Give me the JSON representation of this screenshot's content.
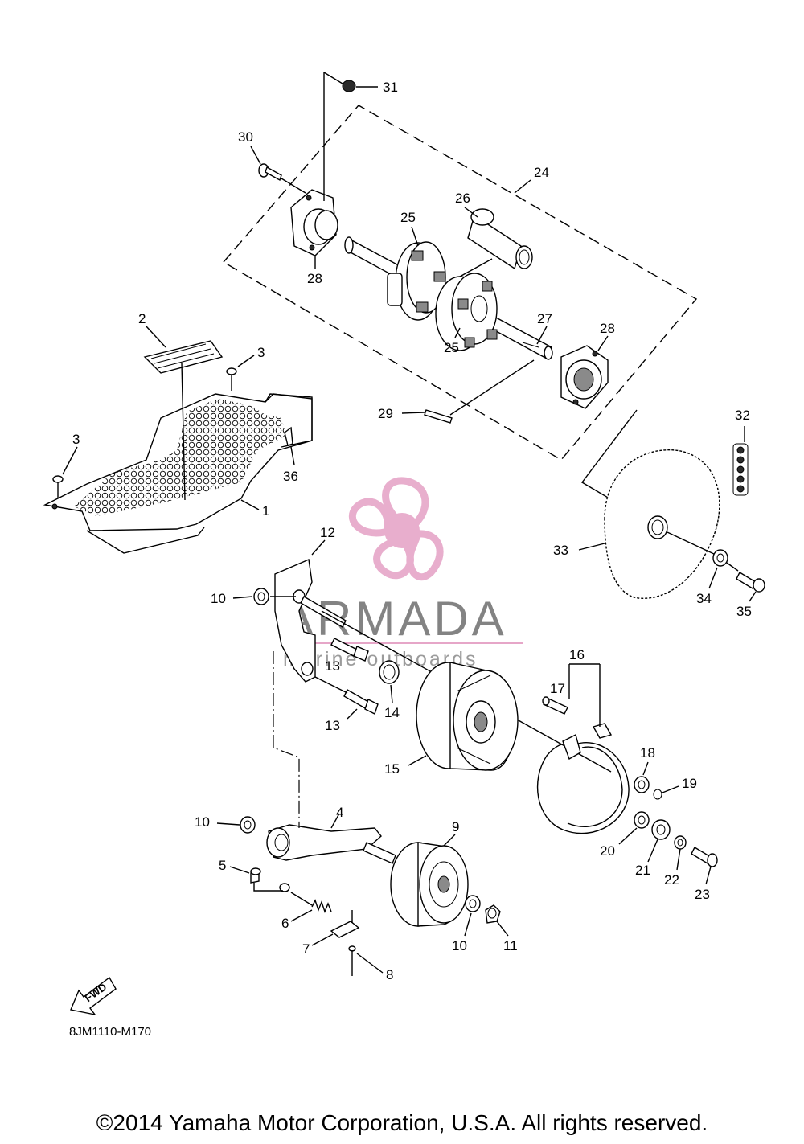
{
  "diagram": {
    "code": "8JM1110-M170",
    "copyright": "©2014 Yamaha Motor Corporation, U.S.A. All rights reserved.",
    "fwd_label": "FWD",
    "watermark": {
      "brand": "ARMADA",
      "tagline": "marine outboards",
      "color": "#e6a6c8"
    },
    "labels": {
      "l1": "1",
      "l2": "2",
      "l3a": "3",
      "l3b": "3",
      "l4": "4",
      "l5": "5",
      "l6": "6",
      "l7": "7",
      "l8": "8",
      "l9": "9",
      "l10a": "10",
      "l10b": "10",
      "l10c": "10",
      "l11": "11",
      "l12": "12",
      "l13a": "13",
      "l13b": "13",
      "l14": "14",
      "l15": "15",
      "l16": "16",
      "l17": "17",
      "l18": "18",
      "l19": "19",
      "l20": "20",
      "l21": "21",
      "l22": "22",
      "l23": "23",
      "l24": "24",
      "l25a": "25",
      "l25b": "25",
      "l26": "26",
      "l27": "27",
      "l28a": "28",
      "l28b": "28",
      "l29": "29",
      "l30": "30",
      "l31": "31",
      "l32": "32",
      "l33": "33",
      "l34": "34",
      "l35": "35",
      "l36": "36"
    }
  }
}
